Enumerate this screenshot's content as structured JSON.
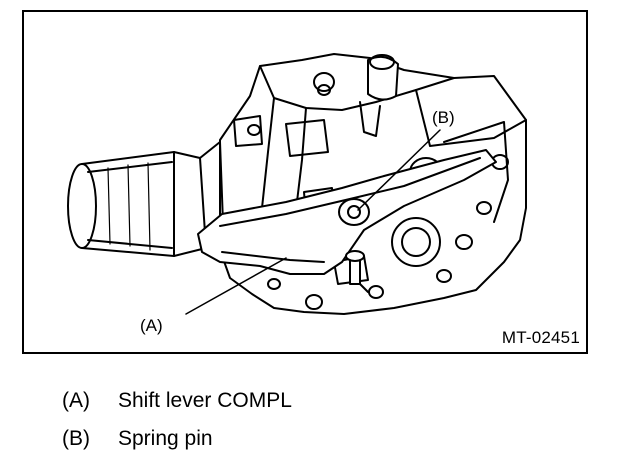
{
  "figure": {
    "code": "MT-02451",
    "callouts": [
      {
        "key": "A",
        "text": "(A)"
      },
      {
        "key": "B",
        "text": "(B)"
      }
    ]
  },
  "legend": {
    "items": [
      {
        "key": "(A)",
        "label": "Shift lever COMPL"
      },
      {
        "key": "(B)",
        "label": "Spring pin"
      }
    ]
  }
}
